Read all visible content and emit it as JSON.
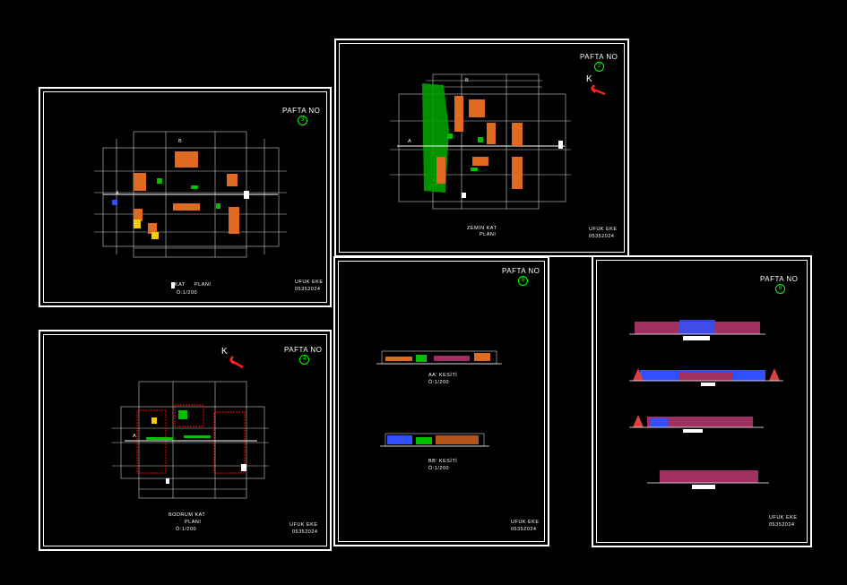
{
  "colors": {
    "background": "#000000",
    "frame": "#ffffff",
    "badge": "#00ff00",
    "arrow": "#ff2020",
    "wall_red": "#ff0000",
    "furniture_orange": "#e06a20",
    "green": "#00c000",
    "blue": "#3050ff",
    "magenta": "#a020a0"
  },
  "sheets": [
    {
      "pafta_label": "PAFTA NO",
      "pafta_number": "3",
      "title_line1": "KAT",
      "title_line2": "PLANI",
      "scale": "Ö:1/200",
      "author": "UFUK EKE",
      "code": "05352024"
    },
    {
      "pafta_label": "PAFTA NO",
      "pafta_number": "2",
      "north": "K",
      "title_line1": "ZEMİN KAT",
      "title_line2": "PLANI",
      "author": "UFUK EKE",
      "code": "05352024"
    },
    {
      "pafta_label": "PAFTA NO",
      "pafta_number": "4",
      "north": "K",
      "title_line1": "BODRUM KAT",
      "title_line2": "PLANI",
      "scale": "Ö:1/200",
      "author": "UFUK EKE",
      "code": "05352024"
    },
    {
      "pafta_label": "PAFTA NO",
      "pafta_number": "5",
      "section_a_title": "AA' KESİTİ",
      "section_a_scale": "Ö:1/200",
      "section_b_title": "BB' KESİTİ",
      "section_b_scale": "Ö:1/200",
      "author": "UFUK EKE",
      "code": "05352024"
    },
    {
      "pafta_label": "PAFTA NO",
      "pafta_number": "6",
      "author": "UFUK EKE",
      "code": "05352024"
    }
  ],
  "plan_markers": {
    "a": "A",
    "b": "B"
  }
}
